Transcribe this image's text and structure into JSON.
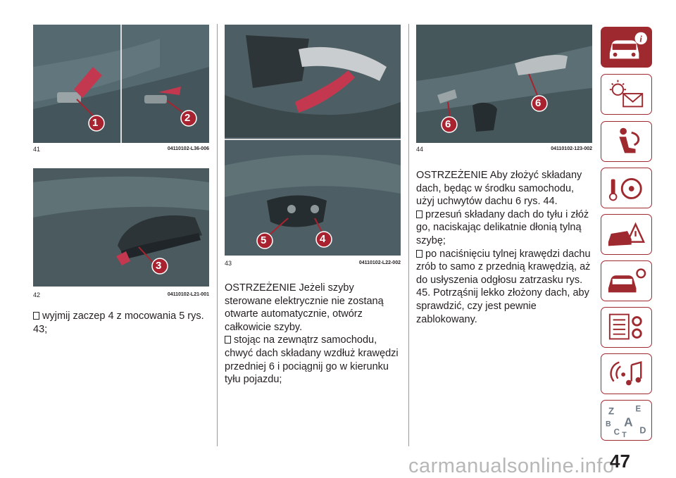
{
  "figures": [
    {
      "number": "41",
      "code": "04110102-L36-006",
      "callouts": [
        "1",
        "2"
      ]
    },
    {
      "number": "42",
      "code": "04110102-L21-001",
      "callouts": [
        "3"
      ]
    },
    {
      "number": "43",
      "code": "04110102-L22-002",
      "callouts": [
        "5",
        "4"
      ]
    },
    {
      "number": "44",
      "code": "04110102-123-002",
      "callouts": [
        "6",
        "6"
      ]
    }
  ],
  "text": {
    "col1_bullet": "wyjmij zaczep 4 z mocowania 5 rys. 43;",
    "col2_warning": "OSTRZEŻENIE Jeżeli szyby sterowane elektrycznie nie zostaną otwarte automatycznie, otwórz całkowicie szyby.",
    "col2_bullet": "stojąc na zewnątrz samochodu, chwyć dach składany wzdłuż krawędzi przedniej 6 i pociągnij go w kierunku tyłu pojazdu;",
    "col3_warning": "OSTRZEŻENIE Aby złożyć składany dach, będąc w środku samochodu, użyj uchwytów dachu 6 rys. 44.",
    "col3_bullet1": "przesuń składany dach do tyłu i złóż go, naciskając delikatnie dłonią tylną szybę;",
    "col3_bullet2": "po naciśnięciu tylnej krawędzi dachu zrób to samo z przednią krawędzią, aż do usłyszenia odgłosu zatrzasku rys. 45. Potrząśnij lekko złożony dach, aby sprawdzić, czy jest pewnie zablokowany."
  },
  "sidebar": {
    "tabs": [
      {
        "icon": "car-info-icon",
        "active": true
      },
      {
        "icon": "warning-lights-icon",
        "active": false
      },
      {
        "icon": "seat-airbag-icon",
        "active": false
      },
      {
        "icon": "steering-key-icon",
        "active": false
      },
      {
        "icon": "car-accident-icon",
        "active": false
      },
      {
        "icon": "car-service-icon",
        "active": false
      },
      {
        "icon": "data-settings-icon",
        "active": false
      },
      {
        "icon": "multimedia-icon",
        "active": false
      },
      {
        "icon": "alphabetical-index-icon",
        "active": false
      }
    ],
    "index_letters": [
      "Z",
      "E",
      "B",
      "A",
      "C",
      "D",
      "T"
    ]
  },
  "page_number": "47",
  "watermark": "carmanualsonline.info",
  "colors": {
    "accent": "#9e2a2f",
    "callout": "#a8232f",
    "arrow": "#c4384f"
  }
}
